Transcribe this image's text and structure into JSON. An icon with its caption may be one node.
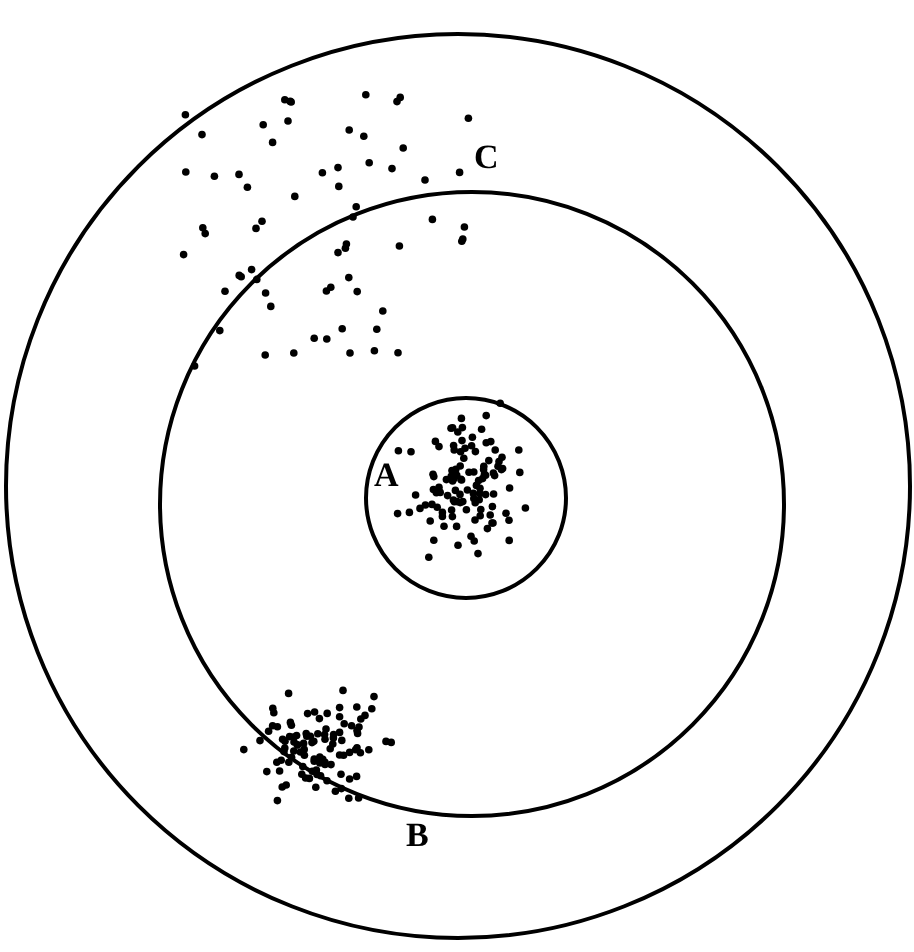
{
  "diagram": {
    "nodes": [
      {
        "text": [],
        "shape": "circle"
      },
      {
        "text": [],
        "shape": "circle",
        "in": 0
      },
      {
        "text": [],
        "shape": "circle",
        "in": 1
      }
    ],
    "labels": [
      "A",
      "B",
      "C"
    ]
  }
}
